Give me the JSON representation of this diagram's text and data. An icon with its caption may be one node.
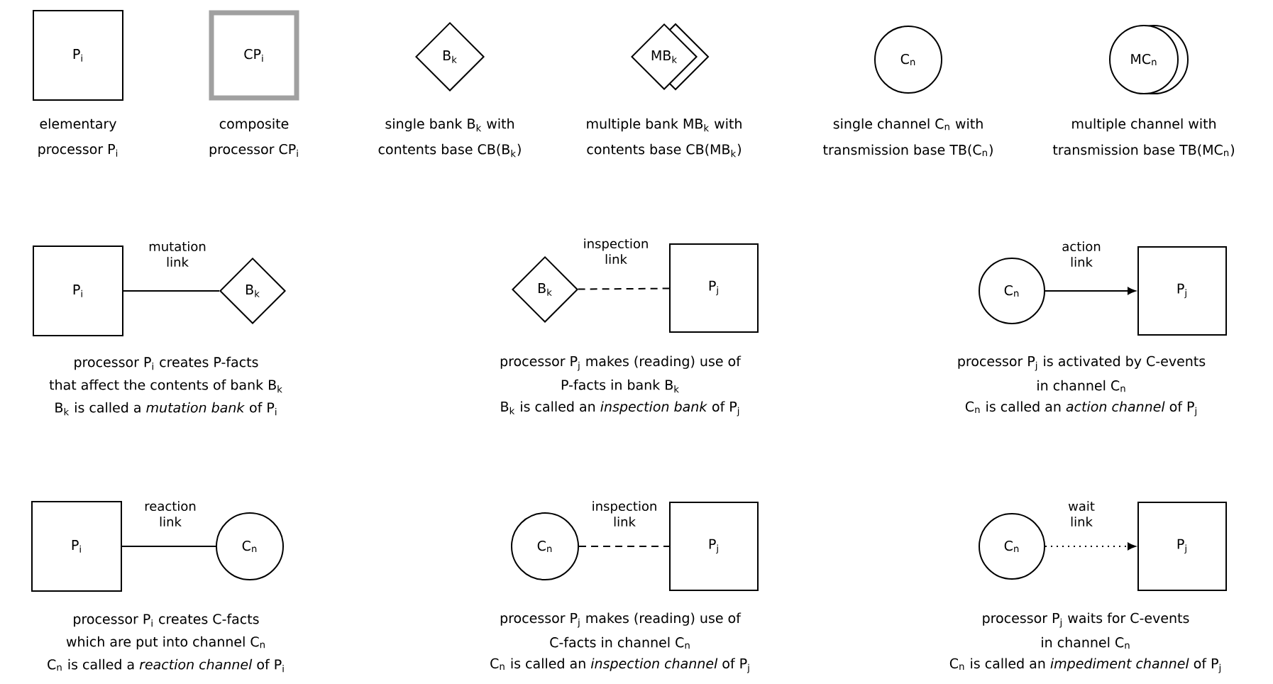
{
  "diagram": {
    "nodes": [
      {
        "text": [
          "P$_{i}$"
        ],
        "beside": [
          "elementary",
          "processor P$_{i}$"
        ]
      },
      {
        "text": [
          "CP$_{i}$"
        ],
        "beside": [
          "composite",
          "processor CP$_{i}$"
        ]
      },
      {
        "text": [
          "B$_{k}$"
        ],
        "beside": [
          "single bank B$_{k}$ with",
          "contents base CB(B$_{k}$)"
        ]
      },
      {
        "text": [
          "MB$_{k}$"
        ],
        "beside": [
          "multiple bank MB$_{k}$ with",
          "contents base CB(MB$_{k}$)"
        ]
      },
      {
        "text": [
          "C$_{n}$"
        ],
        "beside": [
          "single channel C$_{n}$ with",
          "transmission base TB(C$_{n}$)"
        ]
      },
      {
        "text": [
          "MC$_{n}$"
        ],
        "beside": [
          "multiple channel with",
          "transmission base TB(MC$_{n}$)"
        ]
      },
      {
        "text": [
          "P$_{i}$"
        ]
      },
      {
        "text": [
          "B$_{k}$"
        ]
      },
      {
        "text": [
          "B$_{k}$"
        ]
      },
      {
        "text": [
          "P$_{j}$"
        ]
      },
      {
        "text": [
          "C$_{n}$"
        ]
      },
      {
        "text": [
          "P$_{j}$"
        ]
      },
      {
        "text": [
          "P$_{i}$"
        ]
      },
      {
        "text": [
          "C$_{n}$"
        ]
      },
      {
        "text": [
          "C$_{n}$"
        ]
      },
      {
        "text": [
          "P$_{j}$"
        ]
      },
      {
        "text": [
          "C$_{n}$"
        ]
      },
      {
        "text": [
          "P$_{j}$"
        ]
      }
    ],
    "edges": [
      {
        "from": 6,
        "to": 7,
        "arrow": "none",
        "label": "mutation link"
      },
      {
        "from": 8,
        "to": 9,
        "arrow": "none",
        "label": "inspection link",
        "style": "dashed"
      },
      {
        "from": 10,
        "to": 11,
        "arrow": "to",
        "label": "action link"
      },
      {
        "from": 12,
        "to": 13,
        "arrow": "none",
        "label": "reaction link"
      },
      {
        "from": 14,
        "to": 15,
        "arrow": "none",
        "label": "inspection link",
        "style": "dashed"
      },
      {
        "from": 16,
        "to": 17,
        "arrow": "to",
        "label": "wait link",
        "style": "dashed"
      }
    ],
    "labels": [
      "processor P$_{i}$ creates P-facts",
      "that affect the contents of bank B$_{k}$",
      "B$_{k}$ is called a *mutation bank* of P$_{i}$",
      "processor P$_{j}$ makes (reading) use of",
      "P-facts in bank B$_{k}$",
      "B$_{k}$ is called an *inspection bank* of P$_{j}$",
      "processor P$_{j}$ is activated by C-events",
      "in channel C$_{n}$",
      "C$_{n}$ is called an *action channel* of P$_{j}$",
      "processor P$_{i}$ creates C-facts",
      "which are put into channel C$_{n}$",
      "C$_{n}$ is called a *reaction channel* of P$_{i}$",
      "processor P$_{j}$ makes (reading) use of",
      "C-facts in channel C$_{n}$",
      "C$_{n}$ is called an *inspection channel* of P$_{j}$",
      "processor P$_{j}$ waits for C-events",
      "in channel C$_{n}$",
      "C$_{n}$ is called an *impediment channel* of P$_{j}$"
    ]
  }
}
